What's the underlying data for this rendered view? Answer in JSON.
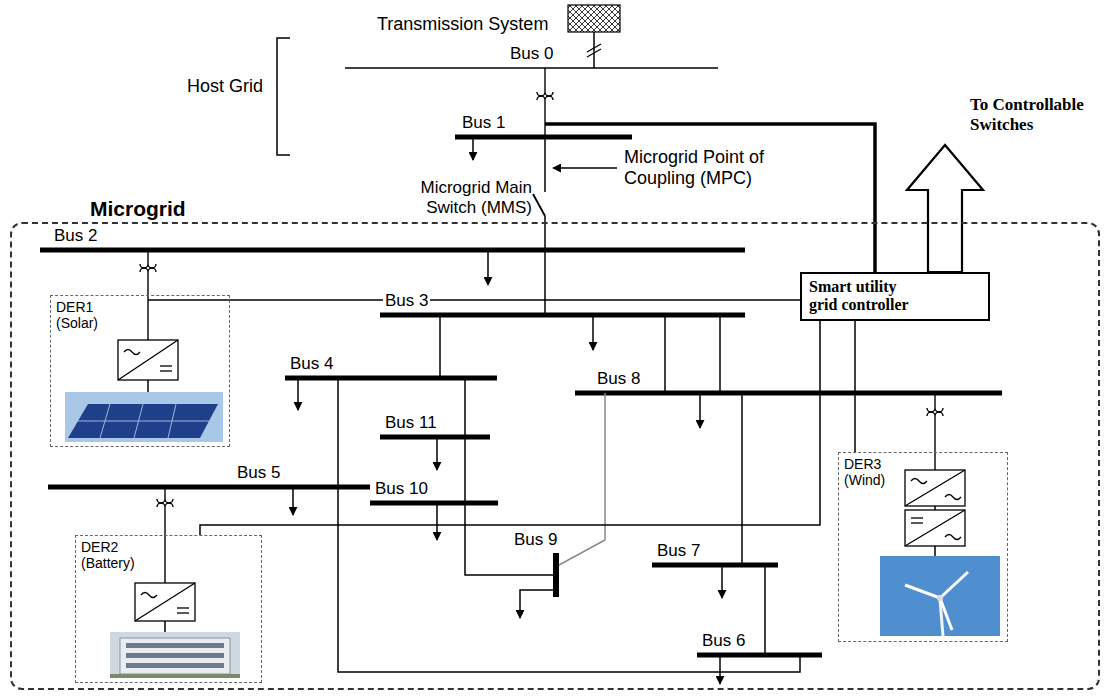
{
  "diagram": {
    "nodes": [
      {
        "text": [
          "Microgrid"
        ]
      },
      {
        "text": [
          "Smart utility grid controller"
        ],
        "in": 0
      },
      {
        "text": [
          "DER1 (Solar)"
        ],
        "in": 0
      },
      {
        "text": [
          "DER3 (Wind)"
        ],
        "in": 0
      },
      {
        "text": [
          "DER2 (Battery)"
        ],
        "in": 0
      }
    ],
    "edges": [
      {
        "from": 1,
        "to": 2,
        "arrow": "none"
      },
      {
        "from": 1,
        "to": 3,
        "arrow": "none"
      },
      {
        "from": 1,
        "to": 4,
        "arrow": "none"
      }
    ],
    "labels": [
      "Transmission System",
      "Bus 0",
      "Host Grid",
      "Bus 1",
      "To Controllable Switches",
      "Microgrid Point of Coupling (MPC)",
      "Microgrid Main Switch (MMS)",
      "Bus 2",
      "Bus 3",
      "Bus 4",
      "Bus 8",
      "Bus 11",
      "Bus 5",
      "Bus 10",
      "Bus 9",
      "Bus 7",
      "Bus 6"
    ]
  }
}
